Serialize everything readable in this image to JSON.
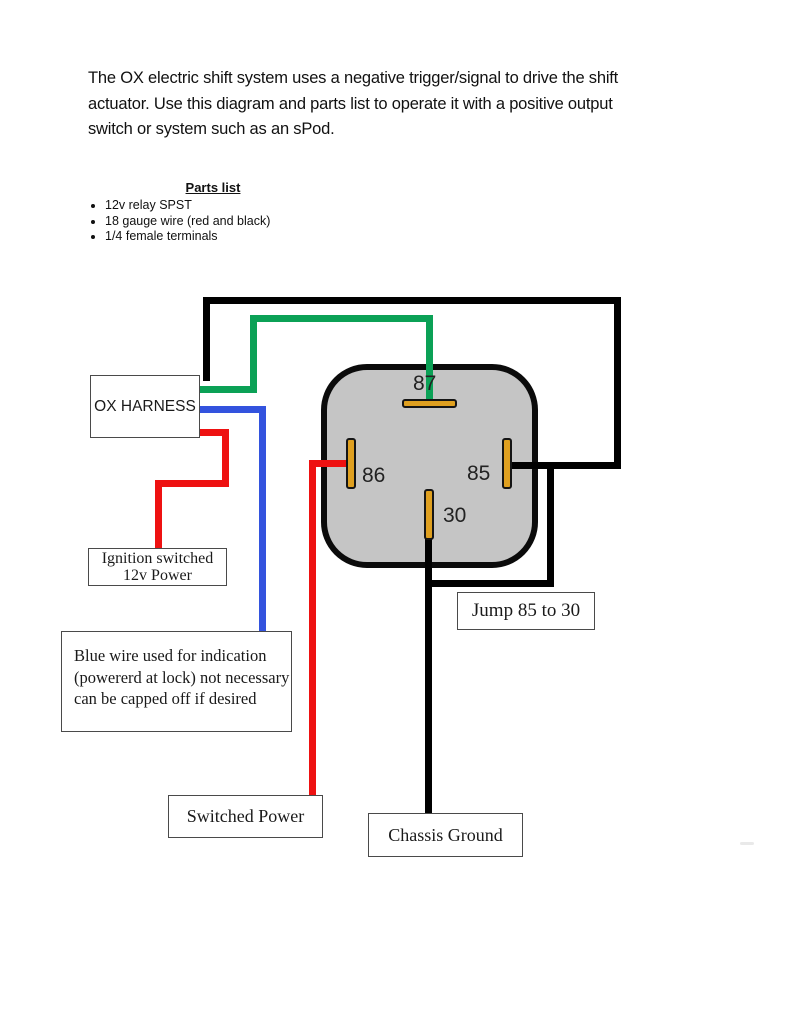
{
  "intro": {
    "lines": [
      "The OX electric shift system uses a negative trigger/signal to drive the shift",
      "actuator. Use this diagram and parts list to operate it with a positive output",
      "switch or system such as an sPod."
    ]
  },
  "parts_list": {
    "title": "Parts list",
    "items": [
      "12v relay SPST",
      "18 gauge wire (red and black)",
      "1/4 female terminals"
    ]
  },
  "diagram": {
    "boxes": {
      "ox_harness": "OX HARNESS",
      "ignition_line1": "Ignition switched",
      "ignition_line2": "12v Power",
      "blue_note_line1": "Blue wire used for indication",
      "blue_note_line2": "(powererd at lock) not necessary",
      "blue_note_line3": "can be capped off if desired",
      "jump": "Jump 85 to 30",
      "switched_power": "Switched Power",
      "chassis_ground": "Chassis Ground"
    },
    "relay": {
      "terminal_87": "87",
      "terminal_86": "86",
      "terminal_85": "85",
      "terminal_30": "30"
    },
    "colors": {
      "red_wire": "#ee1111",
      "green_wire": "#0ba156",
      "blue_wire": "#3353de",
      "black_wire": "#000000",
      "relay_fill": "#c5c5c5",
      "relay_border": "#0b0b0b",
      "terminal_fill": "#dfa020"
    }
  }
}
